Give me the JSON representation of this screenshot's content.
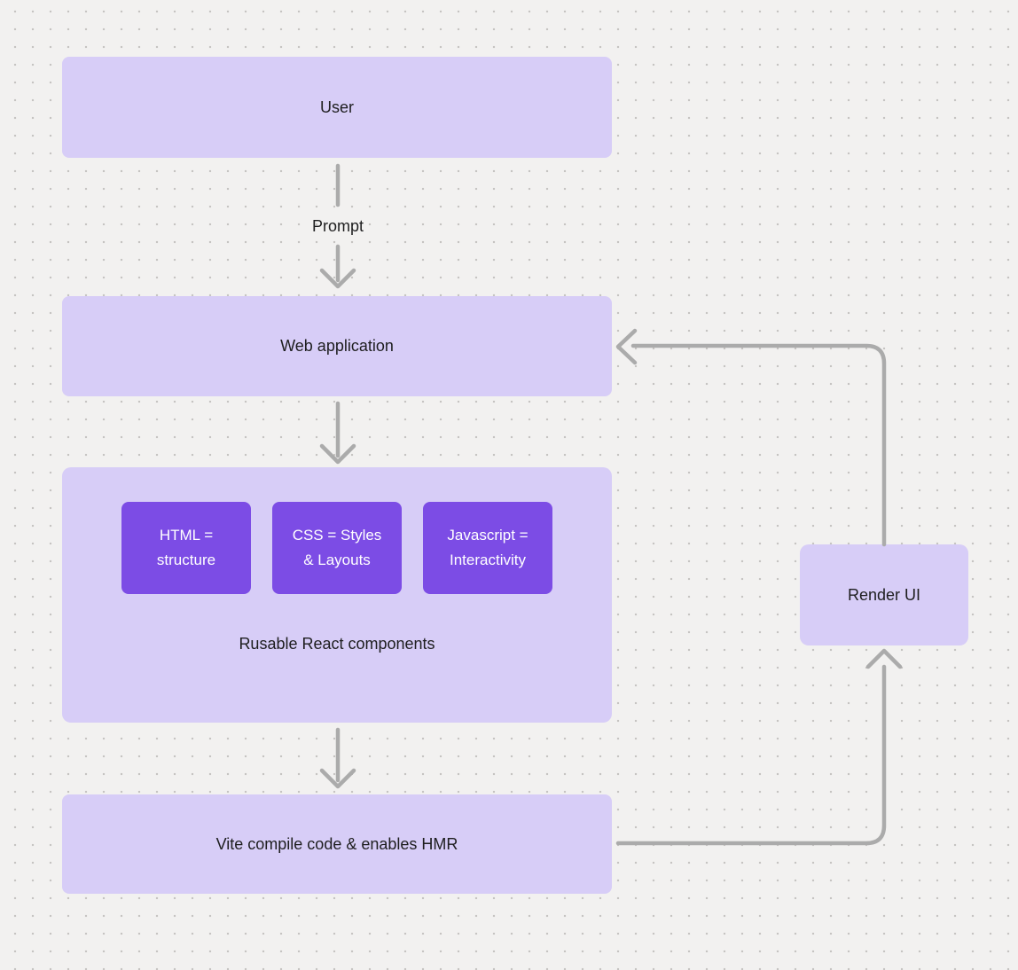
{
  "diagram": {
    "nodes": {
      "user": "User",
      "web_application": "Web application",
      "html_chip": "HTML =\nstructure",
      "css_chip": "CSS = Styles\n& Layouts",
      "javascript_chip": "Javascript =\nInteractivity",
      "components_caption": "Rusable React components",
      "vite": "Vite compile code & enables HMR",
      "render_ui": "Render UI"
    },
    "edge_labels": {
      "prompt": "Prompt"
    },
    "colors": {
      "canvas_background": "#F2F1F0",
      "dot_grid": "#C6C4C2",
      "node_fill_light": "#D7CDF7",
      "node_fill_dark": "#7C4CE5",
      "connector_gray": "#ABABAB",
      "text_dark": "#1E1E1F",
      "text_light": "#FFFFFF"
    }
  }
}
